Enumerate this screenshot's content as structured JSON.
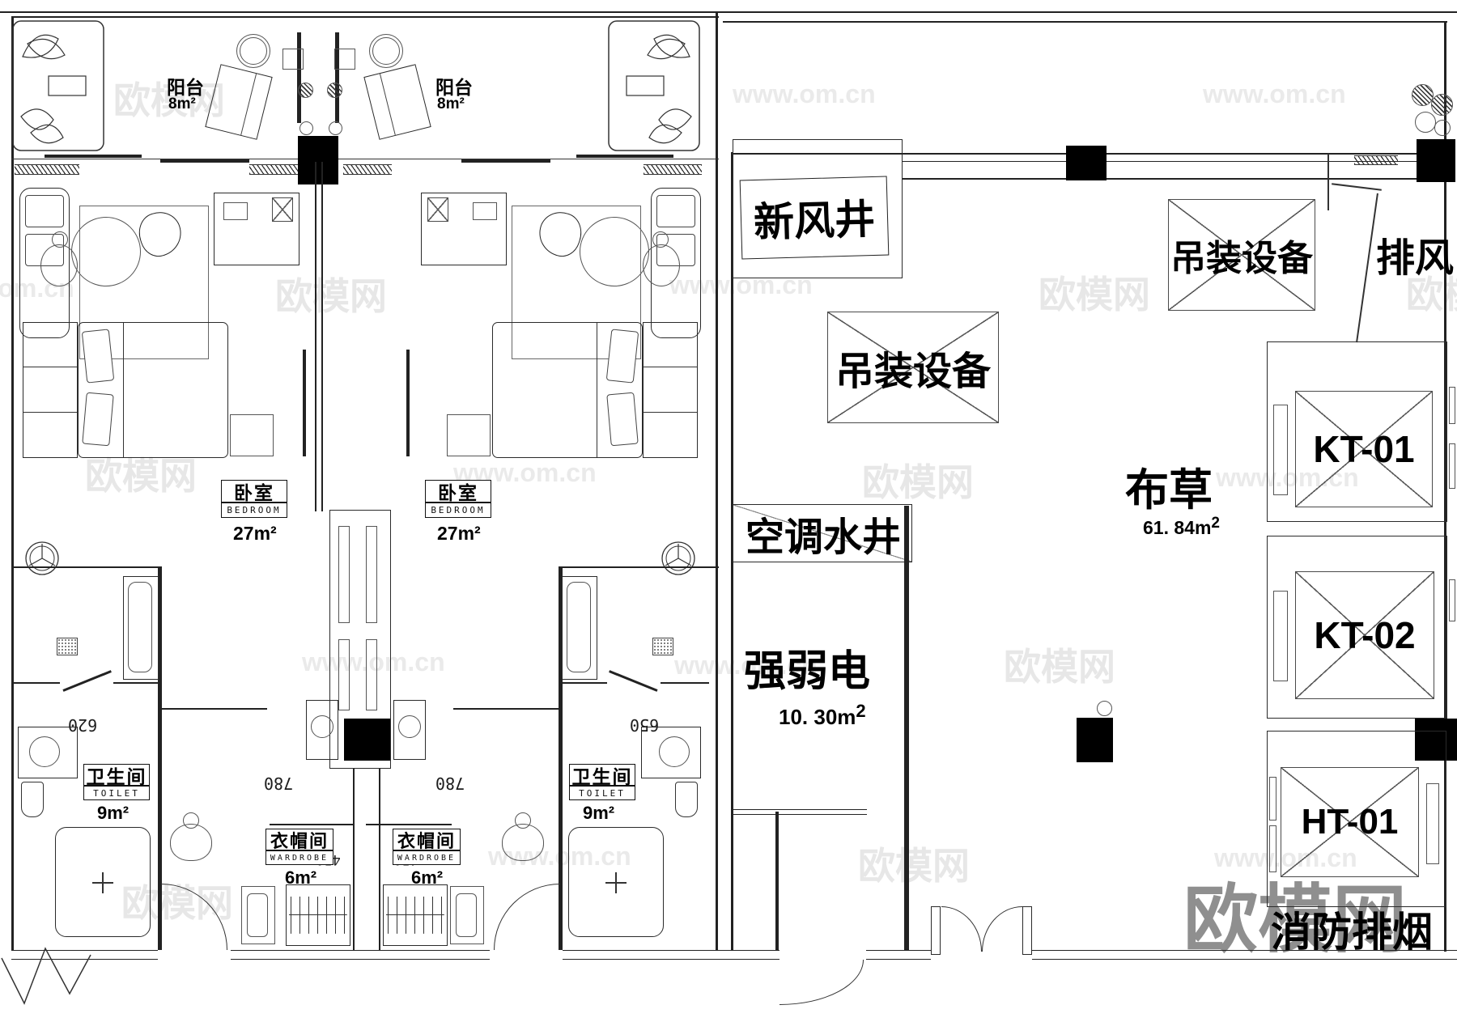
{
  "watermark": {
    "site_name": "欧模网",
    "site_url": "www.om.cn"
  },
  "unit_labels": {
    "balcony": {
      "zh": "阳台",
      "area": "8m²"
    },
    "bedroom": {
      "zh": "卧室",
      "en": "BEDROOM",
      "area": "27m²"
    },
    "toilet": {
      "zh": "卫生间",
      "en": "TOILET",
      "area": "9m²"
    },
    "wardrobe": {
      "zh": "衣帽间",
      "en": "WARDROBE",
      "area": "6m²"
    }
  },
  "core_labels": {
    "fresh_air_shaft": "新风井",
    "hoisting_equipment": "吊装设备",
    "exhaust_shaft": "排风",
    "ac_water_shaft": "空调水井",
    "electrical_room": {
      "zh": "强弱电",
      "area_value": "10. 30m",
      "area_exp": "2"
    },
    "linen_room": {
      "zh": "布草",
      "area_value": "61. 84m",
      "area_exp": "2"
    },
    "shaft_kt01": "KT-01",
    "shaft_kt02": "KT-02",
    "shaft_ht01": "HT-01",
    "fire_smoke_exhaust": "消防排烟"
  },
  "dimensions": {
    "door_a": "620",
    "door_b": "650",
    "w780": "780",
    "w450": "450"
  }
}
